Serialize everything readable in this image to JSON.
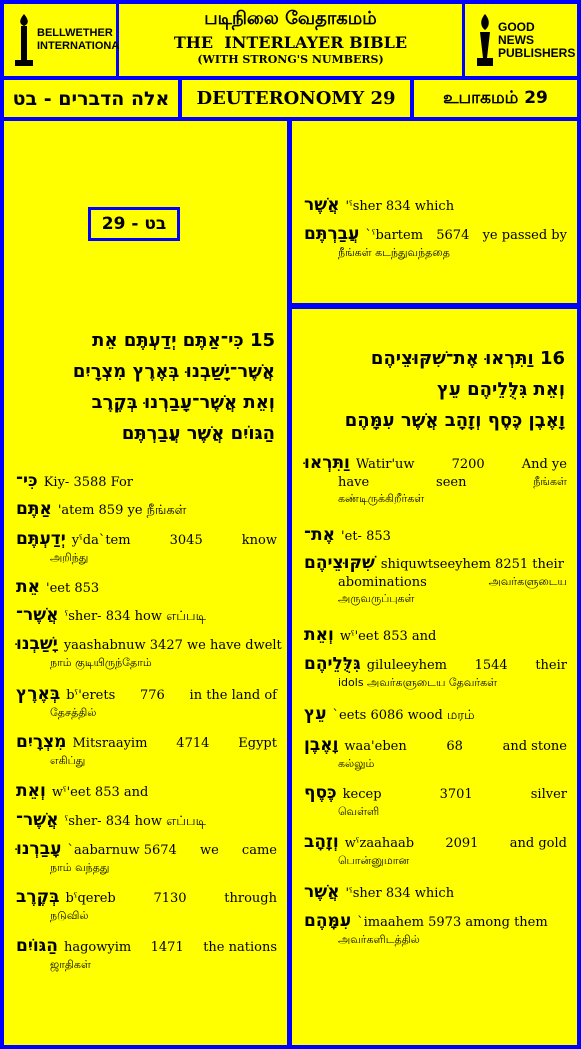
{
  "header": {
    "left_logo": "BELLWETHER INTERNATIONAL",
    "right_logo": "GOOD NEWS PUBLISHERS",
    "title_tamil": "படிநிலை வேதாகமம்",
    "title_english": "THE  INTERLAYER BIBLE",
    "subtitle": "(WITH STRONG'S NUMBERS)"
  },
  "bookbar": {
    "hebrew": "אלה הדברים - בט",
    "english": "DEUTERONOMY 29",
    "tamil": "உபாகமம் 29"
  },
  "chapter_box": "בט - 29",
  "left_verse": {
    "lines": [
      "15 כִּי־אַתֶּם יְדַעְתֶּם אֵת",
      "אֲשֶׁר־יָשַׁבְנוּ בְּאֶרֶץ מִצְרָיִם",
      "וְאֵת אֲשֶׁר־עָבַרְנוּ בְּקֶרֶב",
      "הַגּוֹיִם אֲשֶׁר עֲבַרְתֶּם"
    ]
  },
  "left_entries": [
    {
      "heb": "כִּי־",
      "parts": [
        "Kiy- 3588  For"
      ],
      "tam": ""
    },
    {
      "heb": "אַתֶּם",
      "parts": [
        "'atem 859 ye நீங்கள்"
      ],
      "tam": ""
    },
    {
      "heb": "יְדַעְתֶּם",
      "parts": [
        "yˤda`tem",
        "3045",
        "know"
      ],
      "tam": "அறிந்து"
    },
    {
      "heb": "אֵת",
      "parts": [
        "'eet  853"
      ],
      "tam": ""
    },
    {
      "heb": "אֲשֶׁר־",
      "parts": [
        "ˤsher- 834 how எப்படி"
      ],
      "tam": ""
    },
    {
      "heb": "יָשַׁבְנוּ",
      "parts": [
        "yaashabnuw 3427  we have dwelt"
      ],
      "tam": "நாம் குடியிருந்தோம்"
    },
    {
      "heb": "בְּאֶרֶץ",
      "parts": [
        "bˤ'erets",
        "776",
        "in the land of"
      ],
      "tam": "தேசத்தில்"
    },
    {
      "heb": "מִצְרָיִם",
      "parts": [
        "Mitsraayim",
        "4714",
        "Egypt"
      ],
      "tam": "எகிப்து"
    },
    {
      "heb": "וְאֵת",
      "parts": [
        "wˤ'eet  853 and"
      ],
      "tam": ""
    },
    {
      "heb": "אֲשֶׁר־",
      "parts": [
        "ˤsher-   834 how எப்படி"
      ],
      "tam": ""
    },
    {
      "heb": "עָבַרְנוּ",
      "parts": [
        "`aabarnuw 5674",
        "we",
        "came"
      ],
      "tam": "நாம் வந்தது"
    },
    {
      "heb": "בְּקֶרֶב",
      "parts": [
        "bˤqereb",
        "7130",
        "through"
      ],
      "tam": "நடுவில்"
    },
    {
      "heb": "הַגּוֹיִם",
      "parts": [
        "hagowyim",
        "1471",
        "the nations"
      ],
      "tam": "ஜாதிகள்"
    }
  ],
  "top_right_entries": [
    {
      "heb": "אֲשֶׁר",
      "parts": [
        "'ˤsher  834  which"
      ],
      "tam": ""
    },
    {
      "heb": "עֲבַרְתֶּם",
      "parts": [
        "`ˤbartem",
        "5674",
        "ye passed by"
      ],
      "tam": "நீங்கள் கடந்துவந்ததை"
    }
  ],
  "right_verse": {
    "lines": [
      "16 וַתִּרְאוּ אֶת־שִׁקּוּצֵיהֶם",
      "וְאֵת גִּלֻּלֵיהֶם עֵץ",
      "וָאֶבֶן כֶּסֶף וְזָהָב אֲשֶׁר עִמָּהֶם"
    ]
  },
  "right_entries": [
    {
      "heb": "וַתִּרְאוּ",
      "parts": [
        "Watir'uw",
        "7200",
        "And ye"
      ],
      "l2": [
        "have",
        "seen",
        "நீங்கள்"
      ],
      "tam": "கண்டிருக்கிறீர்கள்"
    },
    {
      "heb": "אֶת־",
      "parts": [
        "'et-  853"
      ],
      "tam": ""
    },
    {
      "heb": "שִׁקּוּצֵיהֶם",
      "parts": [
        "shiquwtseeyhem 8251 their"
      ],
      "l2": [
        "abominations",
        "அவர்களுடைய"
      ],
      "tam": "அருவருப்புகள்"
    },
    {
      "heb": "וְאֵת",
      "parts": [
        "wˤ'eet  853 and"
      ],
      "tam": ""
    },
    {
      "heb": "גִּלֻּלֵיהֶם",
      "parts": [
        "giluleeyhem",
        "1544",
        "their"
      ],
      "tam": "idols அவர்களுடைய தேவர்கள்"
    },
    {
      "heb": "עֵץ",
      "parts": [
        "`eets 6086 wood மரம்"
      ],
      "tam": ""
    },
    {
      "heb": "וָאֶבֶן",
      "parts": [
        "waa'eben",
        "68",
        "and stone"
      ],
      "tam": "கல்லும்"
    },
    {
      "heb": "כֶּסֶף",
      "parts": [
        "kecep",
        "3701",
        "silver"
      ],
      "tam": "வெள்ளி"
    },
    {
      "heb": "וְזָהָב",
      "parts": [
        "wˤzaahaab",
        "2091",
        "and gold"
      ],
      "tam": "பொன்னுமான"
    },
    {
      "heb": "אֲשֶׁר",
      "parts": [
        "'ˤsher  834  which"
      ],
      "tam": ""
    },
    {
      "heb": "עִמָּהֶם",
      "parts": [
        "`imaahem  5973 among them"
      ],
      "tam": "அவர்களிடத்தில்"
    }
  ]
}
